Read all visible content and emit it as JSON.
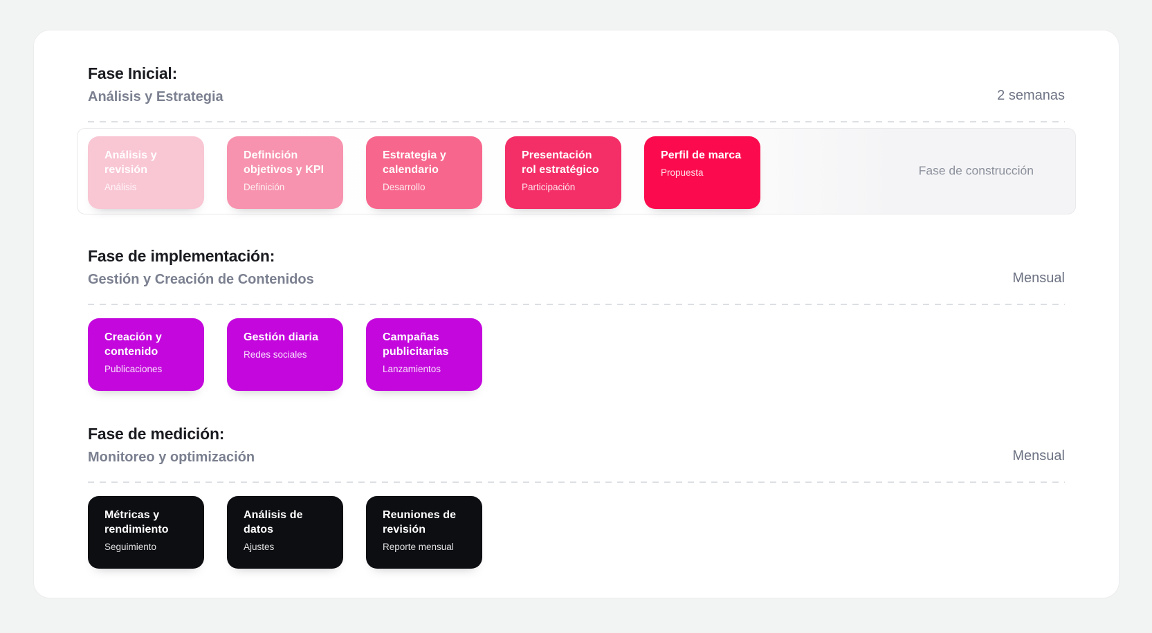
{
  "page": {
    "background": "#f2f4f4",
    "panel_background": "#ffffff"
  },
  "colors": {
    "heading": "#1a1b20",
    "subtitle_gray": "#7b8090",
    "duration_gray": "#6d7383",
    "strip_label_gray": "#8b909b",
    "magenta": "#c408dd",
    "black_card": "#0d0e12"
  },
  "sections": [
    {
      "title": "Fase Inicial:",
      "subtitle": "Análisis y Estrategia",
      "duration": "2 semanas",
      "strip_label": "Fase de construcción",
      "cards": [
        {
          "title": "Análisis y revisión",
          "subtitle": "Análisis",
          "color": "#f9c6d4"
        },
        {
          "title": "Definición objetivos y KPI",
          "subtitle": "Definición",
          "color": "#f793ae"
        },
        {
          "title": "Estrategia y calendario",
          "subtitle": "Desarrollo",
          "color": "#f7678d"
        },
        {
          "title": "Presentación rol estratégico",
          "subtitle": "Participación",
          "color": "#f42f68"
        },
        {
          "title": "Perfil de marca",
          "subtitle": "Propuesta",
          "color": "#fb0b4e"
        }
      ]
    },
    {
      "title": "Fase de implementación:",
      "subtitle": "Gestión y Creación de Contenidos",
      "duration": "Mensual",
      "cards": [
        {
          "title": "Creación y contenido",
          "subtitle": "Publicaciones",
          "color": "#c408dd"
        },
        {
          "title": "Gestión diaria",
          "subtitle": "Redes sociales",
          "color": "#c408dd"
        },
        {
          "title": "Campañas publicitarias",
          "subtitle": "Lanzamientos",
          "color": "#c408dd"
        }
      ]
    },
    {
      "title": "Fase de medición:",
      "subtitle": "Monitoreo y optimización",
      "duration": "Mensual",
      "cards": [
        {
          "title": "Métricas y rendimiento",
          "subtitle": "Seguimiento",
          "color": "#0d0e12"
        },
        {
          "title": "Análisis de datos",
          "subtitle": "Ajustes",
          "color": "#0d0e12"
        },
        {
          "title": "Reuniones de revisión",
          "subtitle": "Reporte mensual",
          "color": "#0d0e12"
        }
      ]
    }
  ]
}
